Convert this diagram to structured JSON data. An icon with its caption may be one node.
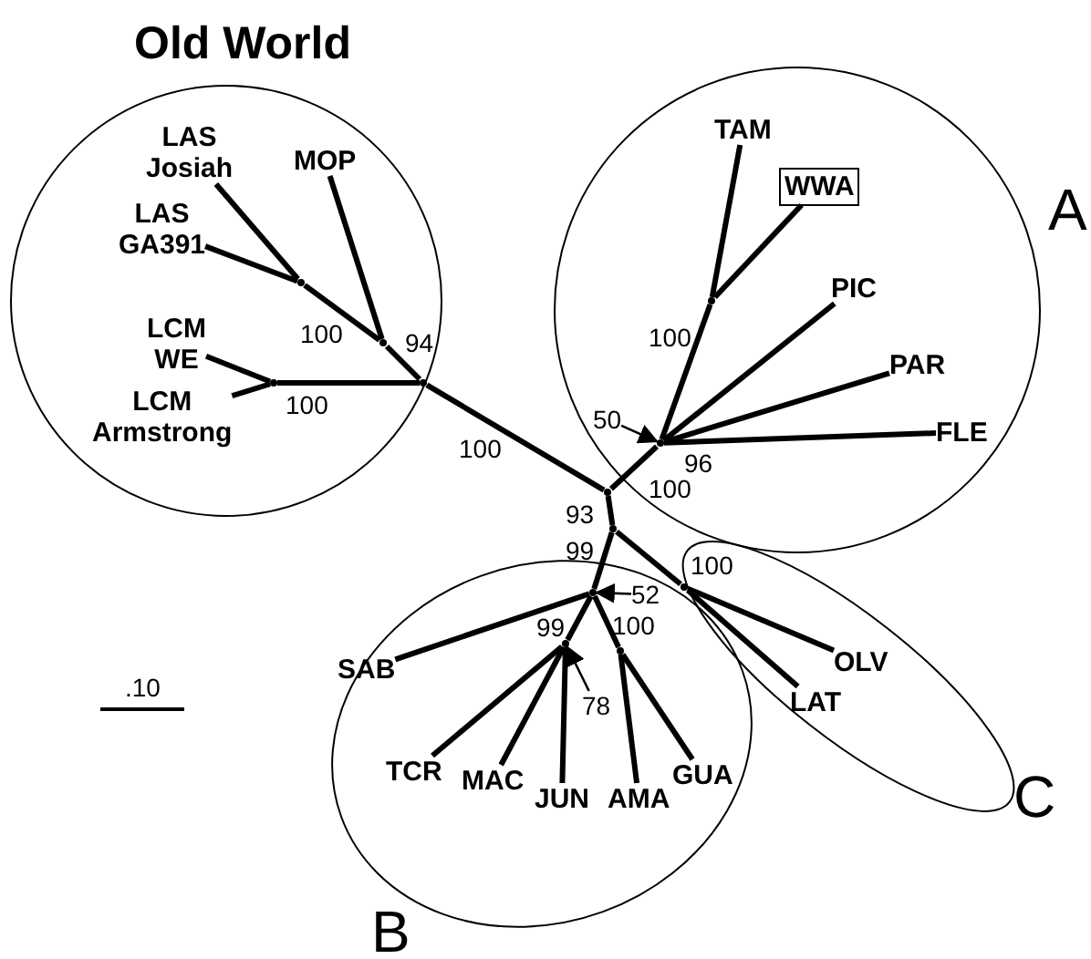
{
  "diagram": {
    "nodes": [
      {
        "text": [
          "Old World"
        ]
      },
      {
        "text": [
          "LAS Josiah"
        ],
        "in": 0
      },
      {
        "text": [
          "MOP"
        ],
        "in": 0
      },
      {
        "text": [
          "LAS GA391"
        ],
        "in": 0
      },
      {
        "text": [
          "LCM WE"
        ],
        "in": 0
      },
      {
        "text": [
          "LCM Armstrong"
        ],
        "in": 0
      },
      {
        "text": [
          "A"
        ]
      },
      {
        "text": [
          "TAM"
        ],
        "in": 6
      },
      {
        "text": [
          "WWA"
        ],
        "in": 6
      },
      {
        "text": [
          "PIC"
        ],
        "in": 6
      },
      {
        "text": [
          "PAR"
        ],
        "in": 6
      },
      {
        "text": [
          "FLE"
        ],
        "in": 6
      },
      {
        "text": [
          "B"
        ]
      },
      {
        "text": [
          "SAB"
        ],
        "in": 12
      },
      {
        "text": [
          "TCR"
        ],
        "in": 12
      },
      {
        "text": [
          "MAC"
        ],
        "in": 12
      },
      {
        "text": [
          "JUN"
        ],
        "in": 12
      },
      {
        "text": [
          "AMA"
        ],
        "in": 12
      },
      {
        "text": [
          "GUA"
        ],
        "in": 12
      },
      {
        "text": [
          "C"
        ]
      },
      {
        "text": [
          "OLV"
        ],
        "in": 19
      },
      {
        "text": [
          "LAT"
        ],
        "in": 19
      },
      {
        "text": [
          "50"
        ],
        "in": 6
      },
      {
        "text": [
          "52"
        ],
        "in": 12
      },
      {
        "text": [
          "78"
        ],
        "in": 12
      },
      {
        "text": [],
        "shape": "point",
        "in": 0
      },
      {
        "text": [],
        "shape": "point",
        "in": 0
      },
      {
        "text": [],
        "shape": "point",
        "in": 0
      },
      {
        "text": [],
        "shape": "point",
        "in": 0
      },
      {
        "text": [],
        "shape": "point",
        "in": 6
      },
      {
        "text": [],
        "shape": "point",
        "in": 6
      },
      {
        "text": [],
        "shape": "point"
      },
      {
        "text": [],
        "shape": "point"
      },
      {
        "text": [],
        "shape": "point",
        "in": 19
      },
      {
        "text": [],
        "shape": "point",
        "in": 12
      },
      {
        "text": [],
        "shape": "point",
        "in": 12
      },
      {
        "text": [],
        "shape": "point",
        "in": 12
      }
    ],
    "edges": [
      {
        "from": 25,
        "to": 1,
        "arrow": "none"
      },
      {
        "from": 25,
        "to": 3,
        "arrow": "none"
      },
      {
        "from": 26,
        "to": 25,
        "arrow": "none"
      },
      {
        "from": 26,
        "to": 2,
        "arrow": "none"
      },
      {
        "from": 28,
        "to": 26,
        "arrow": "none"
      },
      {
        "from": 27,
        "to": 4,
        "arrow": "none"
      },
      {
        "from": 27,
        "to": 5,
        "arrow": "none"
      },
      {
        "from": 28,
        "to": 27,
        "arrow": "none"
      },
      {
        "from": 31,
        "to": 28,
        "arrow": "none"
      },
      {
        "from": 31,
        "to": 30,
        "arrow": "none"
      },
      {
        "from": 30,
        "to": 29,
        "arrow": "none"
      },
      {
        "from": 29,
        "to": 7,
        "arrow": "none"
      },
      {
        "from": 29,
        "to": 8,
        "arrow": "none"
      },
      {
        "from": 30,
        "to": 9,
        "arrow": "none"
      },
      {
        "from": 30,
        "to": 10,
        "arrow": "none"
      },
      {
        "from": 30,
        "to": 11,
        "arrow": "none"
      },
      {
        "from": 31,
        "to": 32,
        "arrow": "none"
      },
      {
        "from": 32,
        "to": 33,
        "arrow": "none"
      },
      {
        "from": 33,
        "to": 20,
        "arrow": "none"
      },
      {
        "from": 33,
        "to": 21,
        "arrow": "none"
      },
      {
        "from": 32,
        "to": 34,
        "arrow": "none"
      },
      {
        "from": 34,
        "to": 13,
        "arrow": "none"
      },
      {
        "from": 34,
        "to": 35,
        "arrow": "none"
      },
      {
        "from": 35,
        "to": 14,
        "arrow": "none"
      },
      {
        "from": 35,
        "to": 15,
        "arrow": "none"
      },
      {
        "from": 35,
        "to": 16,
        "arrow": "none"
      },
      {
        "from": 34,
        "to": 36,
        "arrow": "none"
      },
      {
        "from": 36,
        "to": 17,
        "arrow": "none"
      },
      {
        "from": 36,
        "to": 18,
        "arrow": "none"
      },
      {
        "from": 22,
        "to": 30,
        "arrow": "to"
      },
      {
        "from": 23,
        "to": 34,
        "arrow": "to"
      },
      {
        "from": 24,
        "to": 35,
        "arrow": "to"
      }
    ],
    "labels": [
      "100",
      "100",
      "94",
      "100",
      "100",
      "96",
      "100",
      "93",
      "99",
      "100",
      "99",
      "100",
      ".10"
    ]
  }
}
